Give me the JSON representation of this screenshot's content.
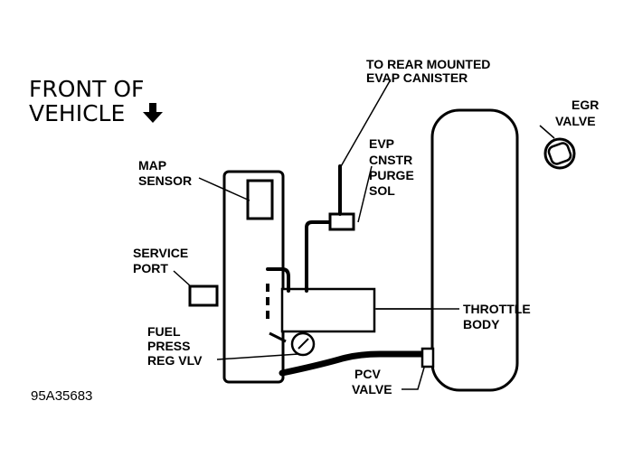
{
  "orientation": {
    "line1": "FRONT OF",
    "line2": "VEHICLE",
    "arrow_icon": "down-arrow-icon"
  },
  "labels": {
    "rear_canister": [
      "TO REAR MOUNTED",
      "EVAP CANISTER"
    ],
    "egr_valve": [
      "EGR",
      "VALVE"
    ],
    "evap_solenoid": [
      "EVP",
      "CNSTR",
      "PURGE",
      "SOL"
    ],
    "map_sensor": [
      "MAP",
      "SENSOR"
    ],
    "service_port": [
      "SERVICE",
      "PORT"
    ],
    "fuel_press_reg": [
      "FUEL",
      "PRESS",
      "REG VLV"
    ],
    "throttle_body": [
      "THROTTLE",
      "BODY"
    ],
    "pcv_valve": [
      "PCV",
      "VALVE"
    ]
  },
  "figure_code": "95A35683"
}
